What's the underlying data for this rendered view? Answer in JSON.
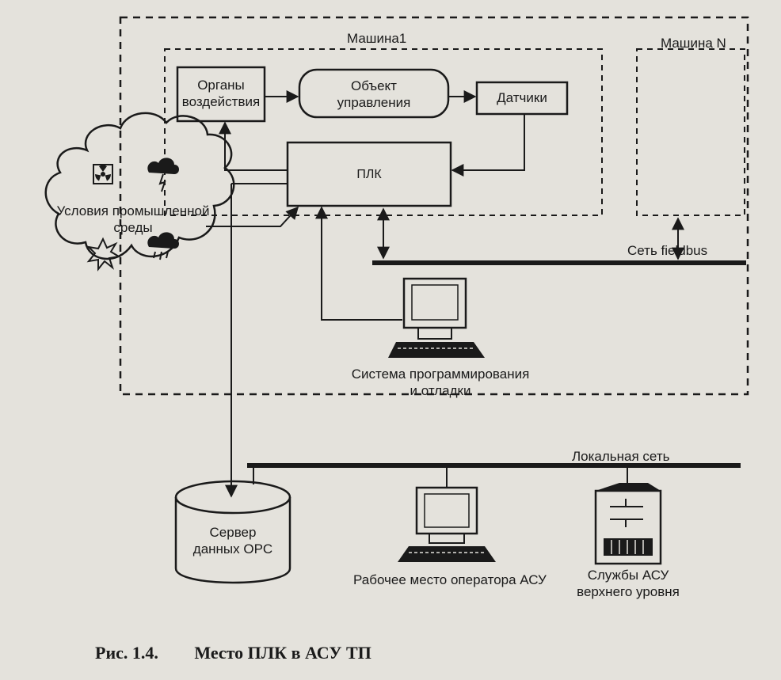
{
  "labels": {
    "machine1": "Машина1",
    "machineN": "Машина N",
    "actuators": "Органы\nвоздействия",
    "object": "Объект\nуправления",
    "sensors": "Датчики",
    "plc": "ПЛК",
    "conditions": "Условия промышленной\nсреды",
    "fieldbus": "Сеть fieldbus",
    "programming": "Система программирования\nи отладки",
    "lan": "Локальная сеть",
    "server": "Сервер\nданных OPC",
    "operator": "Рабочее место оператора АСУ",
    "services": "Службы АСУ\nверхнего уровня"
  },
  "caption": {
    "number": "Рис. 1.4.",
    "title": "Место ПЛК в АСУ ТП"
  },
  "colors": {
    "ink": "#1a1a1a",
    "paper": "#e4e2dc"
  }
}
